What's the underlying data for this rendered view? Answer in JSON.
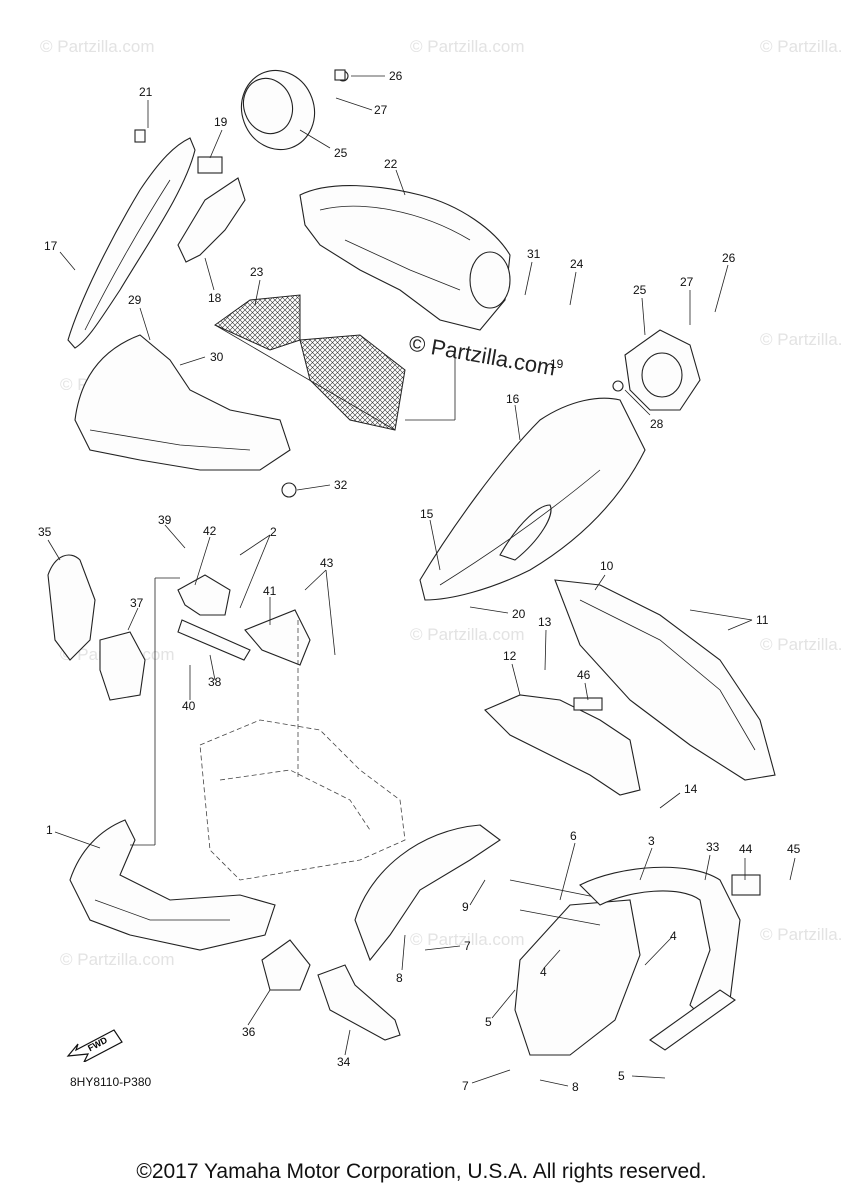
{
  "watermarks": {
    "small": "© Partzilla.com",
    "center": "© Partzilla.com"
  },
  "callouts": [
    "1",
    "2",
    "3",
    "4",
    "4",
    "5",
    "5",
    "6",
    "7",
    "7",
    "8",
    "8",
    "9",
    "10",
    "11",
    "12",
    "13",
    "14",
    "15",
    "16",
    "17",
    "18",
    "19",
    "19",
    "20",
    "21",
    "22",
    "23",
    "24",
    "25",
    "25",
    "26",
    "26",
    "27",
    "27",
    "28",
    "29",
    "30",
    "31",
    "32",
    "33",
    "34",
    "35",
    "36",
    "37",
    "38",
    "39",
    "40",
    "41",
    "42",
    "43",
    "44",
    "45",
    "46"
  ],
  "fwd_label": "FWD",
  "diagram_code": "8HY8110-P380",
  "copyright": "©2017 Yamaha Motor Corporation, U.S.A. All rights reserved."
}
